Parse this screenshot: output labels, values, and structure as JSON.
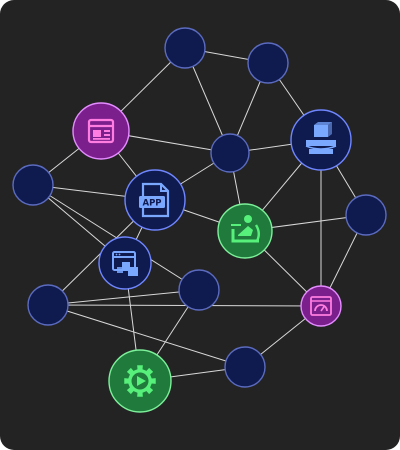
{
  "colors": {
    "background": "#232323",
    "edge": "#d8d8d8",
    "node_dark_fill": "#0f1a4f",
    "node_dark_stroke": "#5b6bbf",
    "node_pink_fill": "#7a1f8c",
    "node_pink_stroke": "#e48cff",
    "node_pink_icon": "#ff7de0",
    "node_blue_fill": "#0f1a4f",
    "node_blue_stroke": "#6f86ff",
    "node_blue_icon": "#7aa8ff",
    "node_green_fill": "#1f7a3c",
    "node_green_stroke": "#7df09a",
    "node_green_icon": "#57f07b"
  },
  "nodes": [
    {
      "id": "n1",
      "kind": "plain"
    },
    {
      "id": "n2",
      "kind": "plain"
    },
    {
      "id": "n3",
      "kind": "icon",
      "style": "pink",
      "icon": "browser-layout-icon"
    },
    {
      "id": "n4",
      "kind": "icon",
      "style": "blue",
      "icon": "server-stack-icon"
    },
    {
      "id": "n5",
      "kind": "plain"
    },
    {
      "id": "n6",
      "kind": "plain"
    },
    {
      "id": "n7",
      "kind": "icon",
      "style": "blue",
      "icon": "app-file-icon",
      "label": "APP"
    },
    {
      "id": "n8",
      "kind": "icon",
      "style": "green",
      "icon": "relax-user-icon"
    },
    {
      "id": "n9",
      "kind": "plain"
    },
    {
      "id": "n10",
      "kind": "icon",
      "style": "blue",
      "icon": "window-blocks-icon"
    },
    {
      "id": "n11",
      "kind": "plain"
    },
    {
      "id": "n12",
      "kind": "plain"
    },
    {
      "id": "n13",
      "kind": "icon",
      "style": "pink",
      "icon": "dashboard-window-icon"
    },
    {
      "id": "n14",
      "kind": "icon",
      "style": "green",
      "icon": "gear-play-icon"
    },
    {
      "id": "n15",
      "kind": "plain"
    }
  ],
  "edges": [
    [
      "n1",
      "n2"
    ],
    [
      "n1",
      "n3"
    ],
    [
      "n1",
      "n5"
    ],
    [
      "n2",
      "n5"
    ],
    [
      "n2",
      "n4"
    ],
    [
      "n3",
      "n5"
    ],
    [
      "n3",
      "n6"
    ],
    [
      "n3",
      "n7"
    ],
    [
      "n5",
      "n4"
    ],
    [
      "n5",
      "n7"
    ],
    [
      "n5",
      "n8"
    ],
    [
      "n4",
      "n8"
    ],
    [
      "n4",
      "n9"
    ],
    [
      "n4",
      "n13"
    ],
    [
      "n6",
      "n7"
    ],
    [
      "n6",
      "n10"
    ],
    [
      "n6",
      "n11"
    ],
    [
      "n7",
      "n10"
    ],
    [
      "n7",
      "n8"
    ],
    [
      "n7",
      "n12"
    ],
    [
      "n8",
      "n9"
    ],
    [
      "n8",
      "n13"
    ],
    [
      "n9",
      "n13"
    ],
    [
      "n10",
      "n14"
    ],
    [
      "n11",
      "n12"
    ],
    [
      "n11",
      "n14"
    ],
    [
      "n12",
      "n13"
    ],
    [
      "n12",
      "n15"
    ],
    [
      "n13",
      "n15"
    ],
    [
      "n14",
      "n15"
    ]
  ]
}
